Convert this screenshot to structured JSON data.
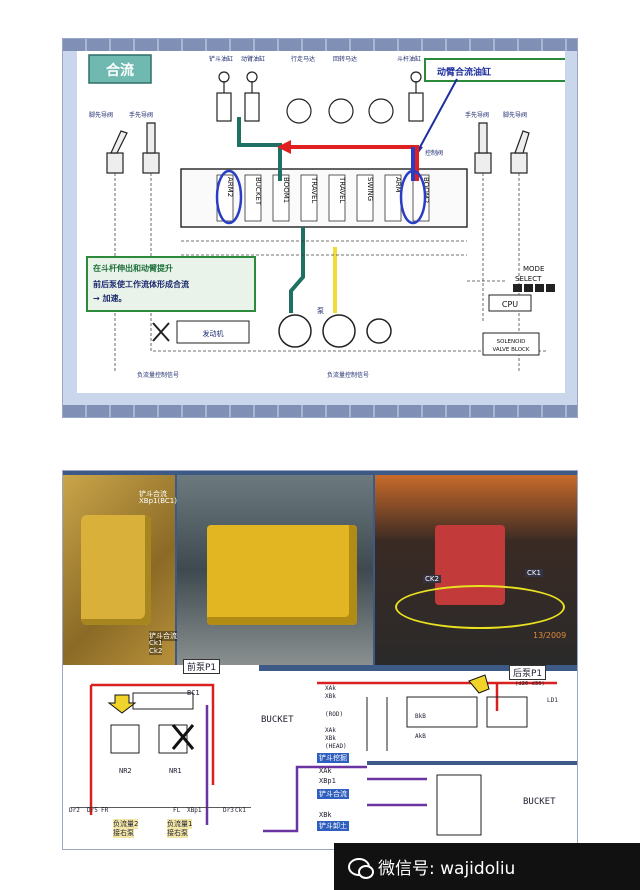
{
  "slide1": {
    "title_box": "合流",
    "callout_boom": "动臂合流油缸",
    "top_labels": [
      "铲斗油缸",
      "动臂油缸",
      "行走马达",
      "回转马达",
      "斗杆油缸"
    ],
    "left_pilot_labels": [
      "脚先导阀",
      "手先导阀"
    ],
    "right_pilot_labels": [
      "手先导阀",
      "脚先导阀"
    ],
    "control_valve_label": "控制阀",
    "spools": [
      "ARM2",
      "BUCKET",
      "BOOM1",
      "TRAVEL",
      "TRAVEL",
      "SWING",
      "ARM",
      "BOOM2"
    ],
    "mode_select": [
      "MODE",
      "SELECT"
    ],
    "cpu_label": "CPU",
    "solenoid": [
      "SOLENOID",
      "VALVE BLOCK"
    ],
    "engine_label": "发动机",
    "pump_label": "泵",
    "negative_flow_left": "负流量控制信号",
    "negative_flow_right": "负流量控制信号",
    "note_line1": "在斗杆伸出和动臂提升",
    "note_line2": "前后泵使工作流体形成合流",
    "note_line3": "→ 加速。"
  },
  "slide2": {
    "photo_label_tl": [
      "铲斗合流",
      "XBp1(BC1)"
    ],
    "photo_label_tl2": [
      "铲斗合流",
      "Ck1",
      "Ck2"
    ],
    "photo_ck2": "CK2",
    "photo_ck1": "CK1",
    "photo_date": "13/2009",
    "front_pump": "前泵P1",
    "rear_pump": "后泵P1",
    "bucket_label_1": "BUCKET",
    "bucket_label_2": "BUCKET",
    "bc1_label": "BC1",
    "nr2_label": "NR2",
    "nr1_label": "NR1",
    "bottom_codes": [
      "Dr2",
      "Dr5",
      "FR",
      "FL",
      "XBp1",
      "Dr3",
      "Ck1"
    ],
    "neg_flow2": [
      "负流量2",
      "接右泵"
    ],
    "neg_flow1": [
      "负流量1",
      "接右泵"
    ],
    "bk_tags": [
      "XAk",
      "XBk",
      "(ROD)",
      "(HEAD)",
      "BkB",
      "AkB",
      "XAk",
      "XBk"
    ],
    "blue_tags": [
      "铲斗挖掘",
      "铲斗合流",
      "铲斗卸土"
    ],
    "port_codes": [
      "XAk",
      "XBp1",
      "XBk"
    ],
    "rear_small_code": "(d20-d30)",
    "ld_code": "LD1"
  },
  "watermark": "微信号: wajidoliu"
}
